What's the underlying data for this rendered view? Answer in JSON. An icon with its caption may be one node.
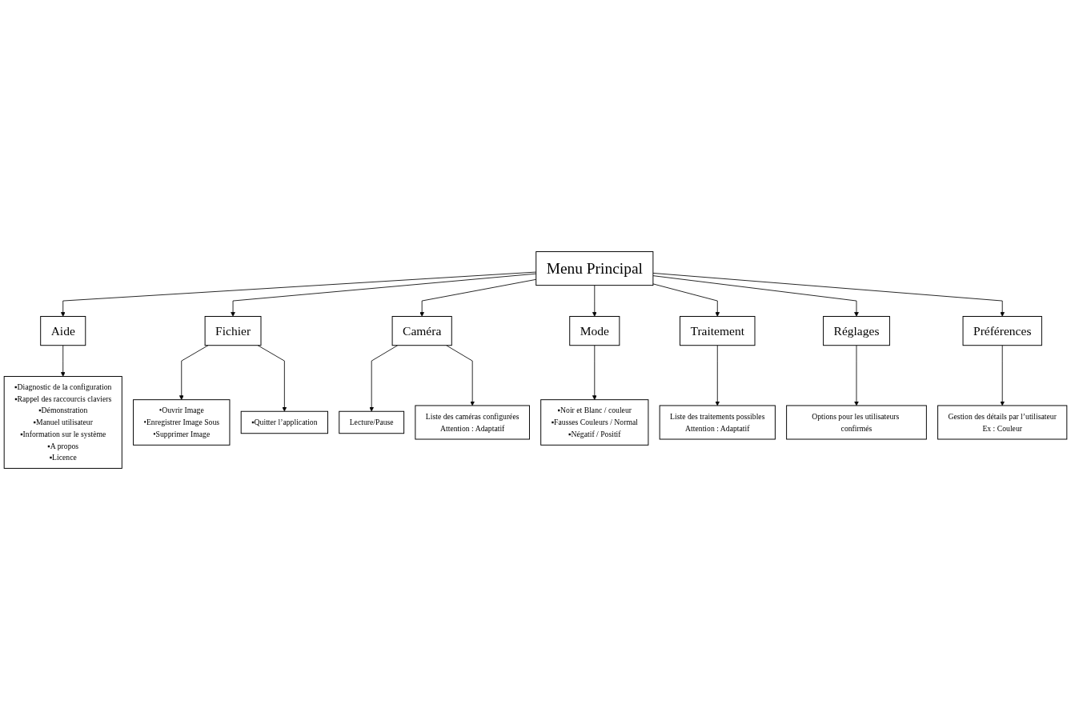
{
  "diagram": {
    "nodes": [
      {
        "text": [
          "Menu Principal"
        ]
      },
      {
        "text": [
          "Aide"
        ]
      },
      {
        "text": [
          "Préférences"
        ]
      },
      {
        "text": [
          "Fichier"
        ]
      },
      {
        "text": [
          "Caméra"
        ]
      },
      {
        "text": [
          "Mode"
        ]
      },
      {
        "text": [
          "Traitement"
        ]
      },
      {
        "text": [
          "Réglages"
        ]
      },
      {
        "text": [
          "•Ouvrir Image",
          "•Enregistrer Image Sous",
          "•Supprimer Image"
        ]
      },
      {
        "text": [
          "▪Quitter l’application"
        ]
      },
      {
        "text": [
          "Lecture/Pause"
        ]
      },
      {
        "text": [
          "Liste des caméras configurées",
          "Attention : Adaptatif"
        ]
      },
      {
        "text": [
          "▪Noir et Blanc / couleur",
          "▪Fausses Couleurs / Normal",
          "▪Négatif / Positif"
        ]
      },
      {
        "text": [
          "Liste des traitements possibles",
          "Attention : Adaptatif"
        ]
      },
      {
        "text": [
          "Options pour les utilisateurs confirmés"
        ]
      },
      {
        "text": [
          "Gestion des détails par l’utilisateur",
          "Ex : Couleur"
        ]
      },
      {
        "text": [
          "▪Diagnostic de la configuration",
          "▪Rappel des raccourcis claviers",
          "▪Démonstration",
          "▪Manuel utilisateur",
          "▪Information sur le système",
          "▪A propos",
          "▪Licence"
        ]
      }
    ],
    "edges": [
      {
        "from": 0,
        "to": 1,
        "arrow": "to"
      },
      {
        "from": 0,
        "to": 3,
        "arrow": "to"
      },
      {
        "from": 0,
        "to": 4,
        "arrow": "to"
      },
      {
        "from": 0,
        "to": 5,
        "arrow": "to"
      },
      {
        "from": 0,
        "to": 6,
        "arrow": "to"
      },
      {
        "from": 0,
        "to": 7,
        "arrow": "to"
      },
      {
        "from": 0,
        "to": 2,
        "arrow": "to"
      },
      {
        "from": 3,
        "to": 8,
        "arrow": "to"
      },
      {
        "from": 3,
        "to": 9,
        "arrow": "to"
      },
      {
        "from": 4,
        "to": 10,
        "arrow": "to"
      },
      {
        "from": 4,
        "to": 11,
        "arrow": "to"
      },
      {
        "from": 5,
        "to": 12,
        "arrow": "to"
      },
      {
        "from": 6,
        "to": 13,
        "arrow": "to"
      },
      {
        "from": 7,
        "to": 14,
        "arrow": "to"
      },
      {
        "from": 2,
        "to": 15,
        "arrow": "to"
      },
      {
        "from": 1,
        "to": 16,
        "arrow": "to"
      }
    ]
  }
}
